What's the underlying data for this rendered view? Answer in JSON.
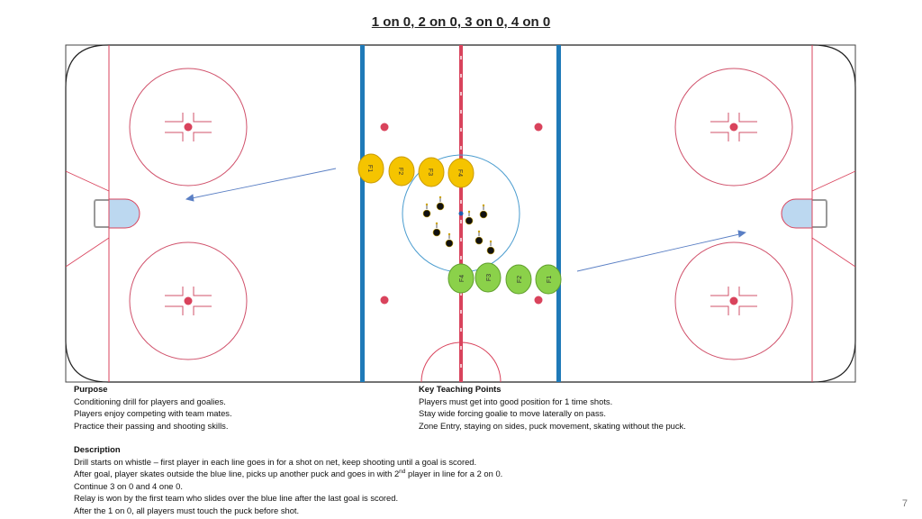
{
  "title": "1 on 0, 2 on 0, 3 on 0, 4 on 0",
  "colors": {
    "rink_line": "#333333",
    "red_line": "#d9435c",
    "blue_line": "#1f7ab8",
    "faceoff": "#d0506a",
    "crease": "#bcd8f0",
    "yellow_player": "#f5c400",
    "green_player": "#8bd14a",
    "arrow": "#5a7fc4"
  },
  "yellow_players": [
    "F1",
    "F2",
    "F3",
    "F4"
  ],
  "green_players": [
    "F4",
    "F3",
    "F2",
    "F1"
  ],
  "purpose": {
    "heading": "Purpose",
    "lines": [
      "Conditioning drill for players and goalies.",
      "Players enjoy competing with team mates.",
      "Practice their passing and shooting skills."
    ]
  },
  "key_points": {
    "heading": "Key Teaching Points",
    "lines": [
      "Players must get into good position for 1 time shots.",
      "Stay wide forcing goalie to move laterally on pass.",
      "Zone Entry, staying on sides, puck movement, skating without the puck."
    ]
  },
  "description": {
    "heading": "Description",
    "line1": "Drill starts on whistle – first player in each line goes in for a shot on net, keep shooting until a goal is scored.",
    "line2_pre": "After goal, player skates outside the blue line, picks up another puck and goes in with 2",
    "line2_sup": "nd",
    "line2_post": " player in line for a 2 on 0.",
    "line3": "Continue 3 on 0 and 4 one 0.",
    "line4": "Relay is won by the first team who slides over the blue line after the last goal is scored.",
    "line5": "After the 1 on 0, all players must touch the puck before shot."
  },
  "page_number": "7"
}
